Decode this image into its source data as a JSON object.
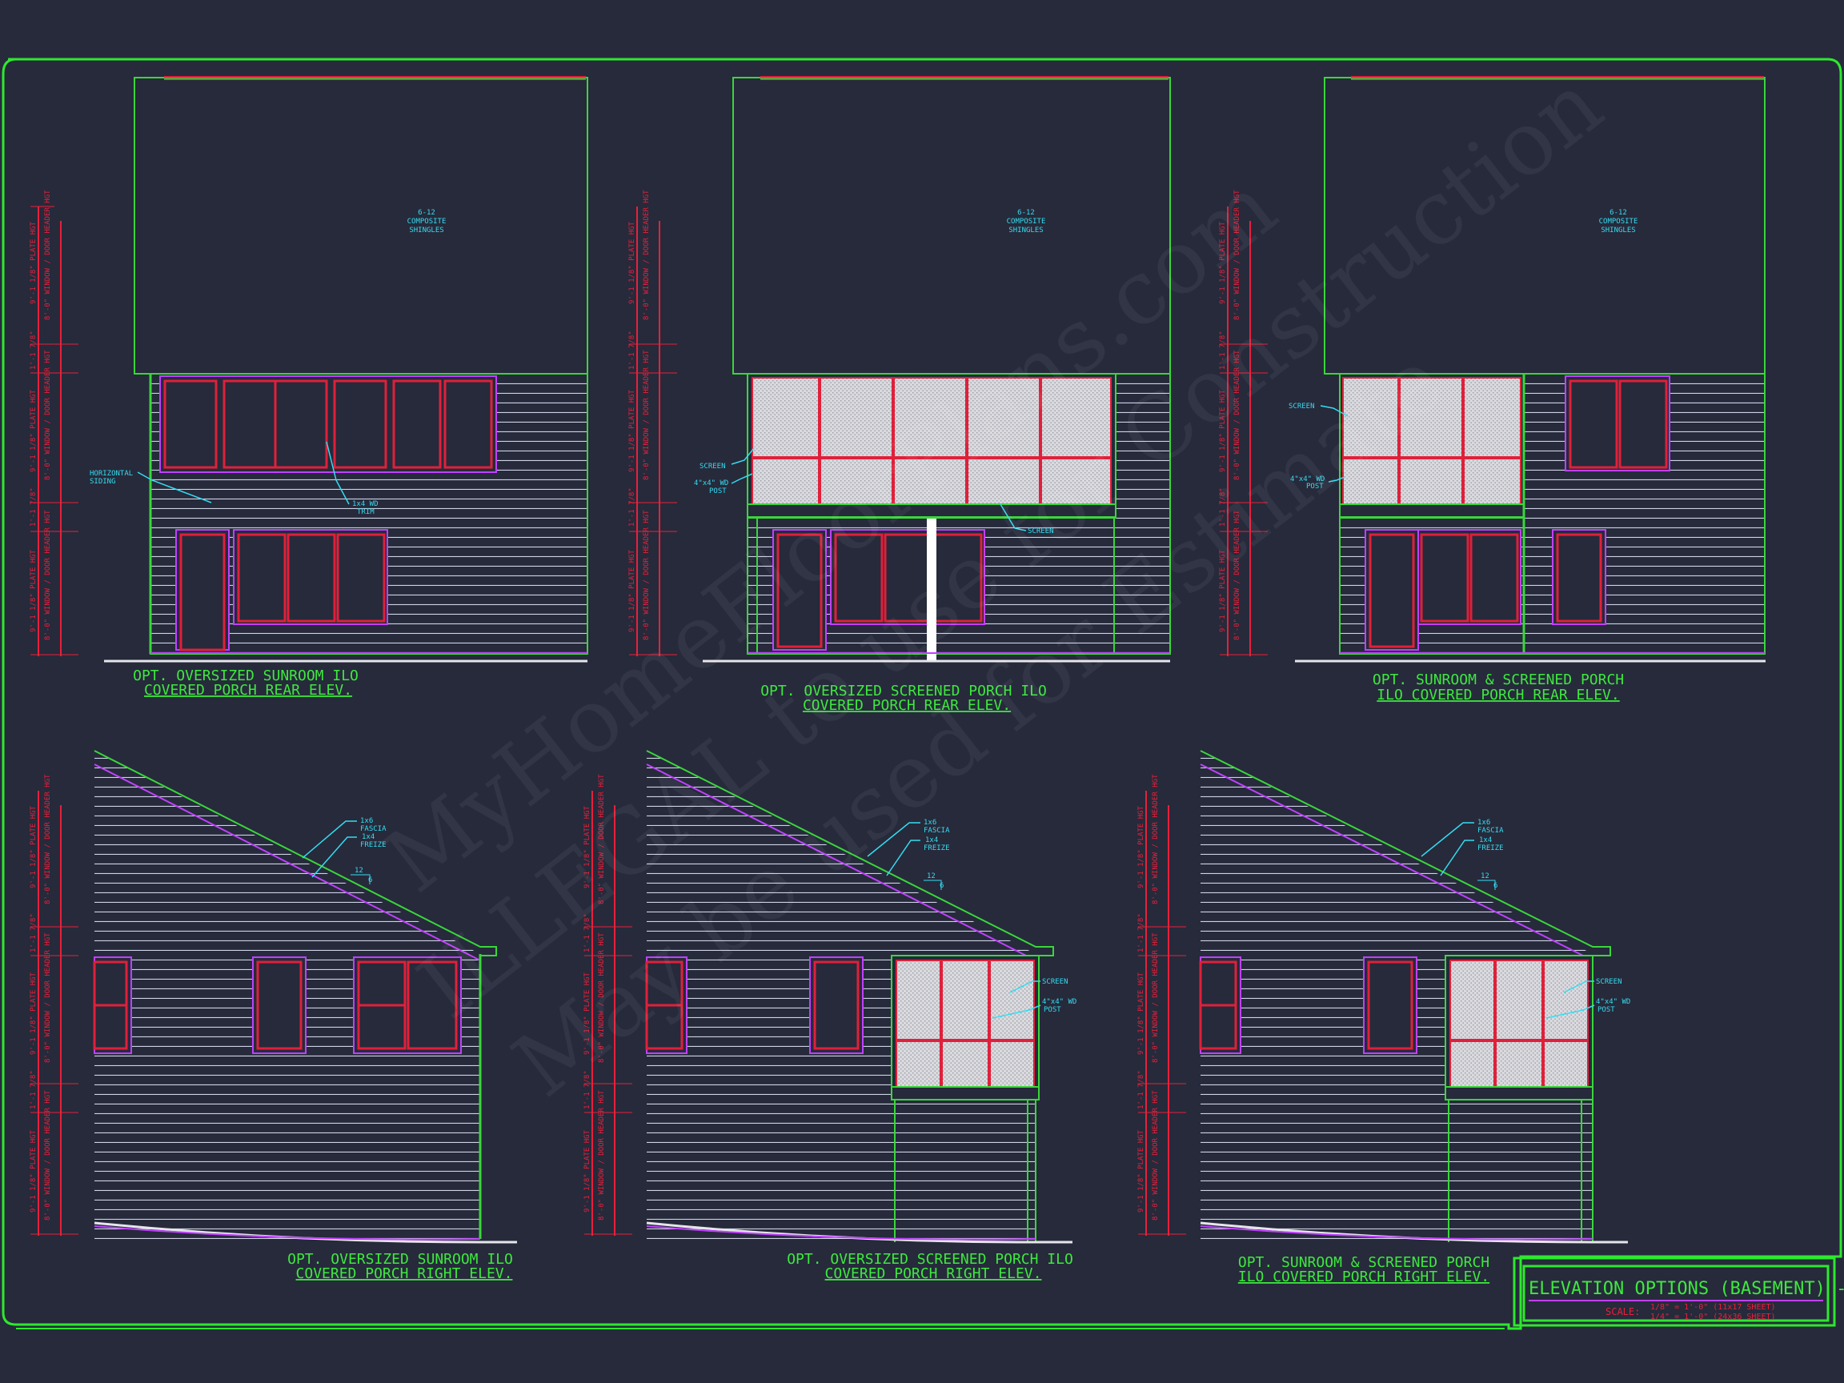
{
  "title_block": {
    "title": "ELEVATION OPTIONS (BASEMENT) - \"A\"",
    "scale_label": "SCALE:",
    "scale_lines": [
      "1/8\" = 1'-0\" (11x17 SHEET)",
      "1/4\" = 1'-0\" (24x36 SHEET)"
    ]
  },
  "watermark": [
    "MyHomeFloorPlans.com",
    "ILLEGAL to use for Construction",
    "May be used for Estimate"
  ],
  "dims": {
    "plate": "9'-1 1/8\" PLATE HGT",
    "header": "8'-0\" WINDOW / DOOR HEADER HGT",
    "floor": "1'-1 7/8\""
  },
  "notes": {
    "shingles": [
      "6-12",
      "COMPOSITE",
      "SHINGLES"
    ],
    "siding": [
      "HORIZONTAL",
      "SIDING"
    ],
    "trim": [
      "1x4 WD",
      "TRIM"
    ],
    "screen": "SCREEN",
    "post": [
      "4\"x4\" WD",
      "POST"
    ],
    "fascia": [
      "1x6",
      "FASCIA"
    ],
    "freize": [
      "1x4",
      "FREIZE"
    ],
    "pitch_run": "12",
    "pitch_rise": "6"
  },
  "views": [
    {
      "caption": [
        "OPT. OVERSIZED SUNROOM ILO",
        "COVERED PORCH REAR ELEV."
      ]
    },
    {
      "caption": [
        "OPT. OVERSIZED SCREENED PORCH ILO",
        "COVERED PORCH REAR ELEV."
      ]
    },
    {
      "caption": [
        "OPT. SUNROOM & SCREENED PORCH",
        "ILO COVERED PORCH REAR ELEV."
      ]
    },
    {
      "caption": [
        "OPT. OVERSIZED SUNROOM ILO",
        "COVERED PORCH RIGHT ELEV."
      ]
    },
    {
      "caption": [
        "OPT. OVERSIZED SCREENED PORCH ILO",
        "COVERED PORCH RIGHT ELEV."
      ]
    },
    {
      "caption": [
        "OPT. SUNROOM & SCREENED PORCH",
        "ILO COVERED PORCH RIGHT ELEV."
      ]
    }
  ],
  "colors": {
    "background": "#262a3b",
    "border": "#2ee82e",
    "roof_line": "#3ad63a",
    "siding": "#cfd3e6",
    "frame": "#e0203a",
    "frame_inner": "#c040ff",
    "note": "#35dcf0",
    "dim": "#e8203a",
    "caption": "#3ee83e"
  }
}
